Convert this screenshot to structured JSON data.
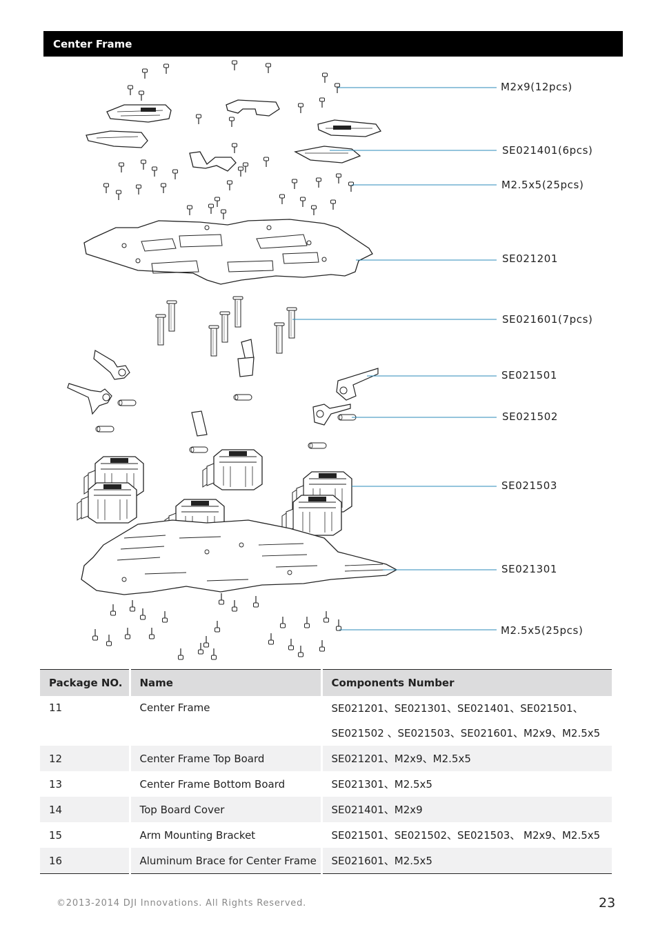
{
  "section_title": "Center Frame",
  "callouts": [
    "M2x9(12pcs)",
    "SE021401(6pcs)",
    "M2.5x5(25pcs)",
    "SE021201",
    "SE021601(7pcs)",
    "SE021501",
    "SE021502",
    "SE021503",
    "SE021301",
    "M2.5x5(25pcs)"
  ],
  "table": {
    "headers": [
      "Package NO.",
      "Name",
      "Components Number"
    ],
    "rows": [
      {
        "no": "11",
        "name": "Center Frame",
        "components": [
          "SE021201、SE021301、SE021401、SE021501、",
          "SE021502 、SE021503、SE021601、M2x9、M2.5x5"
        ]
      },
      {
        "no": "12",
        "name": "Center Frame Top Board",
        "components": [
          "SE021201、M2x9、M2.5x5"
        ]
      },
      {
        "no": "13",
        "name": "Center Frame Bottom Board",
        "components": [
          "SE021301、M2.5x5"
        ]
      },
      {
        "no": "14",
        "name": "Top Board Cover",
        "components": [
          "SE021401、M2x9"
        ]
      },
      {
        "no": "15",
        "name": "Arm Mounting Bracket",
        "components": [
          "SE021501、SE021502、SE021503、  M2x9、M2.5x5"
        ]
      },
      {
        "no": "16",
        "name": "Aluminum Brace for Center Frame",
        "components": [
          "SE021601、M2.5x5"
        ]
      }
    ]
  },
  "footer": {
    "copyright": "©2013-2014  DJI  Innovations.  All  Rights  Reserved.",
    "page_number": "23"
  },
  "colors": {
    "leader_line": "#2a8ab8",
    "header_bar": "#000000",
    "table_header": "#dcdcdd",
    "row_shade": "#f1f1f2"
  }
}
